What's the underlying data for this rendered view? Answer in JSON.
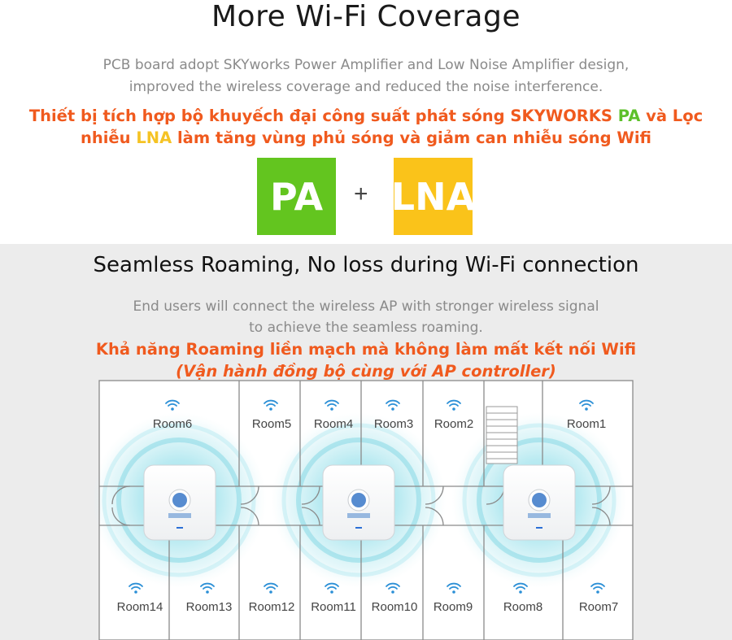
{
  "section1": {
    "title": "More Wi-Fi Coverage",
    "desc_line1": "PCB board adopt SKYworks Power Amplifier and Low Noise Amplifier design,",
    "desc_line2": "improved the wireless coverage and reduced the noise interference.",
    "vi_line1_a": "Thiết bị tích hợp bộ khuyếch đại công suất phát sóng SKYWORKS ",
    "vi_line1_pa": "PA",
    "vi_line1_b": " và Lọc",
    "vi_line2_a": "nhiễu ",
    "vi_line2_lna": "LNA",
    "vi_line2_b": " làm tăng vùng phủ sóng và giảm can nhiễu sóng Wifi",
    "badge_pa": "PA",
    "plus": "+",
    "badge_lna": "LNA"
  },
  "section2": {
    "title": "Seamless Roaming, No loss during Wi-Fi connection",
    "desc_line1": "End users will connect the wireless AP with stronger wireless signal",
    "desc_line2": "to achieve the seamless roaming.",
    "vi_line1": "Khả năng Roaming liền mạch mà không làm mất kết nối Wifi",
    "vi_line2": "(Vận hành đồng bộ cùng với AP controller)"
  },
  "rooms_top": [
    "Room6",
    "Room5",
    "Room4",
    "Room3",
    "Room2",
    "Room1"
  ],
  "rooms_bottom": [
    "Room14",
    "Room13",
    "Room12",
    "Room11",
    "Room10",
    "Room9",
    "Room8",
    "Room7"
  ],
  "icons": {
    "wifi": "wifi-icon",
    "access_point": "access-point-icon"
  },
  "colors": {
    "orange_red": "#f05a1e",
    "green": "#63c51f",
    "yellow": "#fac31a",
    "signal": "#4fc4d8",
    "wifi": "#2b8fd6"
  }
}
